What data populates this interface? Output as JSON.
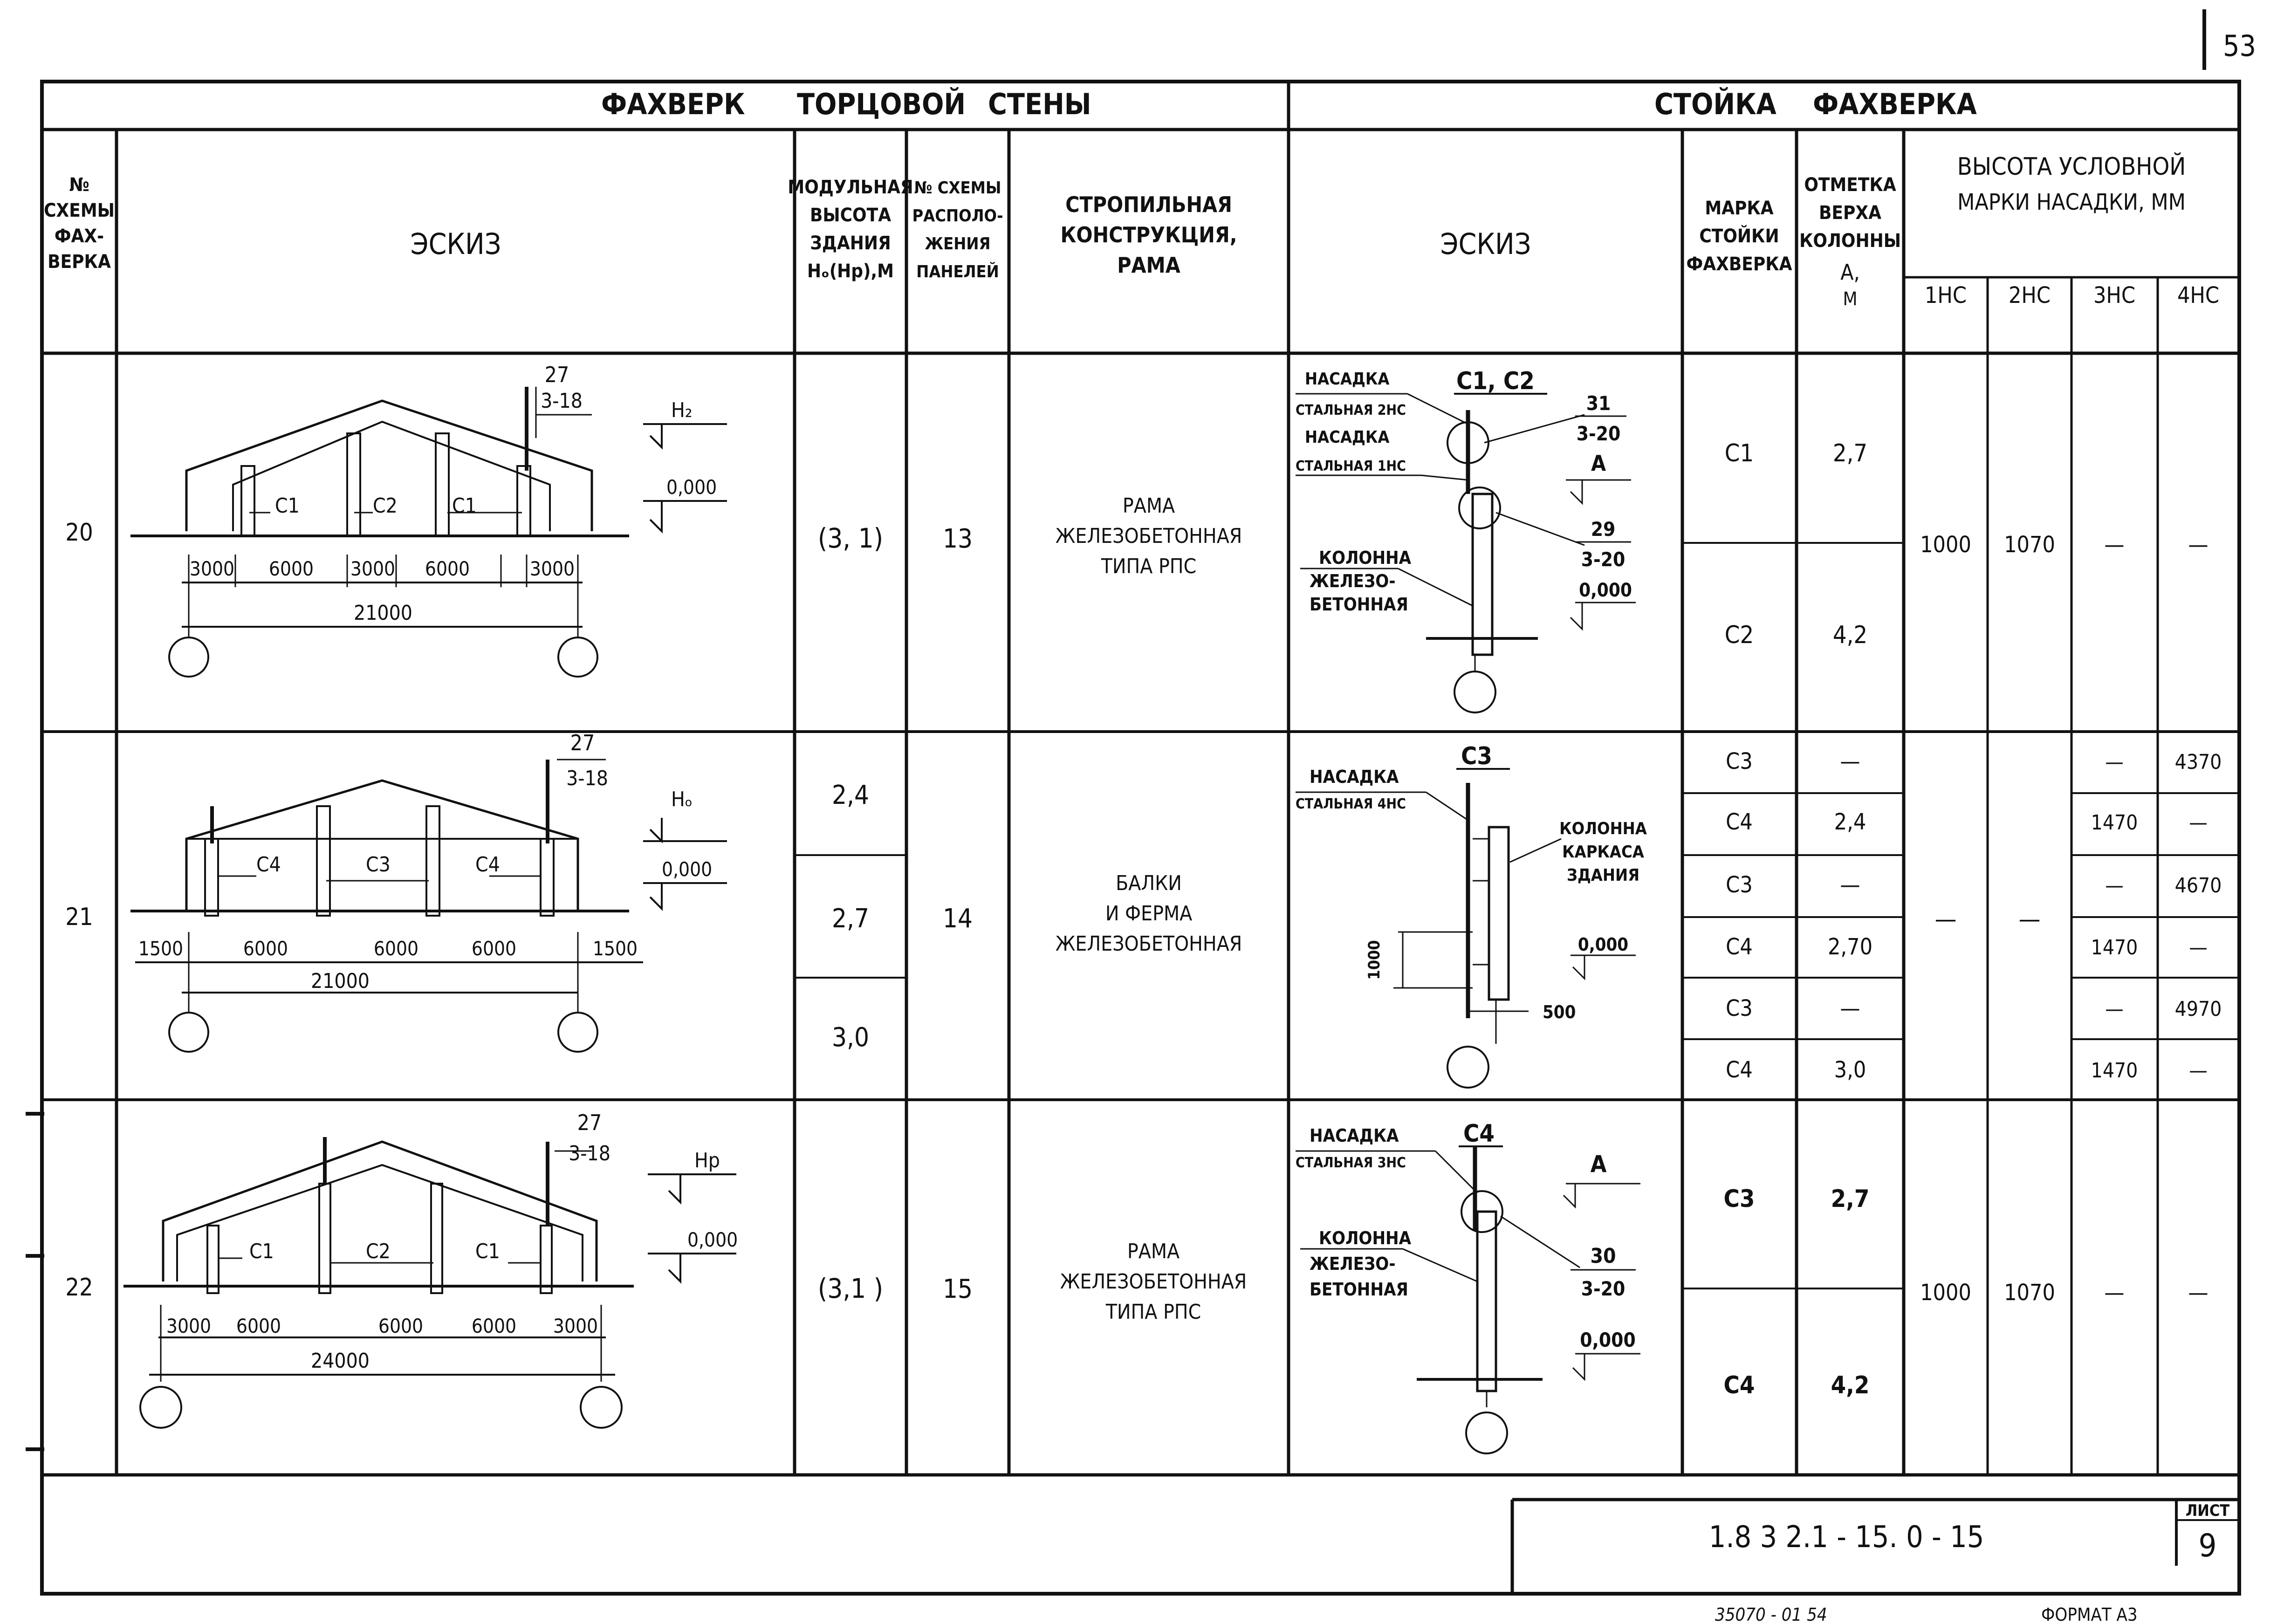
{
  "page_number": "53",
  "header": {
    "left_title_1": "ФАХВЕРК",
    "left_title_2": "ТОРЦОВОЙ",
    "left_title_3": "СТЕНЫ",
    "right_title_1": "СТОЙКА",
    "right_title_2": "ФАХВЕРКА"
  },
  "columns": {
    "scheme_no": [
      "№",
      "СХЕМЫ",
      "ФАХ-",
      "ВЕРКА"
    ],
    "sketch": "ЭСКИЗ",
    "height": [
      "МОДУЛЬНАЯ",
      "ВЫСОТА",
      "ЗДАНИЯ",
      "Нₒ(Нр),М"
    ],
    "panel": [
      "№ СХЕМЫ",
      "РАСПОЛО-",
      "ЖЕНИЯ",
      "ПАНЕЛЕЙ"
    ],
    "structure": [
      "СТРОПИЛЬНАЯ",
      "КОНСТРУКЦИЯ,",
      "РАМА"
    ],
    "post_sketch": "ЭСКИЗ",
    "post_mark": [
      "МАРКА",
      "СТОЙКИ",
      "ФАХВЕРКА"
    ],
    "top_mark": [
      "ОТМЕТКА",
      "ВЕРХА",
      "КОЛОННЫ",
      "А,",
      "М"
    ],
    "cap_height": [
      "ВЫСОТА УСЛОВНОЙ",
      "МАРКИ НАСАДКИ, ММ"
    ],
    "cap_types": [
      "1НС",
      "2НС",
      "3НС",
      "4НС"
    ]
  },
  "rows": [
    {
      "scheme": "20",
      "heights": [
        "(3, 1)"
      ],
      "panel": "13",
      "structure": [
        "РАМА",
        "ЖЕЛЕЗОБЕТОННАЯ",
        "ТИПА РПС"
      ],
      "sketch": {
        "posts": [
          "С1",
          "С2",
          "С1"
        ],
        "dims": [
          "3000",
          "6000",
          "3000",
          "6000",
          "3000"
        ],
        "total": "21000",
        "node": "27",
        "node_sheet": "3-18",
        "level_label": "H₂",
        "zero": "0,000"
      },
      "post_sketch": {
        "title": "С1, С2",
        "cap_top": [
          "НАСАДКА",
          "СТАЛЬНАЯ 2НС"
        ],
        "cap_bottom": [
          "НАСАДКА",
          "СТАЛЬНАЯ 1НС"
        ],
        "column": [
          "КОЛОННА",
          "ЖЕЛЕЗО-",
          "БЕТОННАЯ"
        ],
        "node_top": "31",
        "node_top_sheet": "3-20",
        "node_bottom": "29",
        "node_bottom_sheet": "3-20",
        "mark_a": "А",
        "zero": "0,000"
      },
      "marks": [
        {
          "mark": "С1",
          "top": "2,7"
        },
        {
          "mark": "С2",
          "top": "4,2"
        }
      ],
      "caps": [
        "1000",
        "1070",
        "—",
        "—"
      ]
    },
    {
      "scheme": "21",
      "heights": [
        "2,4",
        "2,7",
        "3,0"
      ],
      "panel": "14",
      "structure": [
        "БАЛКИ",
        "И ФЕРМА",
        "ЖЕЛЕЗОБЕТОННАЯ"
      ],
      "sketch": {
        "posts": [
          "С4",
          "С3",
          "С4"
        ],
        "dims": [
          "1500",
          "6000",
          "6000",
          "6000",
          "1500"
        ],
        "total": "21000",
        "node": "27",
        "node_sheet": "3-18",
        "level_label": "Hₒ",
        "zero": "0,000"
      },
      "post_sketch": {
        "title": "С3",
        "cap_top": [
          "НАСАДКА",
          "СТАЛЬНАЯ 4НС"
        ],
        "column": [
          "КОЛОННА",
          "КАРКАСА",
          "ЗДАНИЯ"
        ],
        "dim_vert": "1000",
        "dim_horiz": "500",
        "zero": "0,000"
      },
      "marks": [
        {
          "mark": "С3",
          "top": "—",
          "c3": "—",
          "c4": "4370"
        },
        {
          "mark": "С4",
          "top": "2,4",
          "c3": "1470",
          "c4": "—"
        },
        {
          "mark": "С3",
          "top": "—",
          "c3": "—",
          "c4": "4670"
        },
        {
          "mark": "С4",
          "top": "2,70",
          "c3": "1470",
          "c4": "—"
        },
        {
          "mark": "С3",
          "top": "—",
          "c3": "—",
          "c4": "4970"
        },
        {
          "mark": "С4",
          "top": "3,0",
          "c3": "1470",
          "c4": "—"
        }
      ],
      "caps12": [
        "—",
        "—"
      ]
    },
    {
      "scheme": "22",
      "heights": [
        "(3,1 )"
      ],
      "panel": "15",
      "structure": [
        "РАМА",
        "ЖЕЛЕЗОБЕТОННАЯ",
        "ТИПА РПС"
      ],
      "sketch": {
        "posts": [
          "С1",
          "С2",
          "С1"
        ],
        "dims": [
          "3000",
          "6000",
          "6000",
          "6000",
          "3000"
        ],
        "total": "24000",
        "node": "27",
        "node_sheet": "3-18",
        "level_label": "Hр",
        "zero": "0,000"
      },
      "post_sketch": {
        "title": "С4",
        "cap_top": [
          "НАСАДКА",
          "СТАЛЬНАЯ 3НС"
        ],
        "column": [
          "КОЛОННА",
          "ЖЕЛЕЗО-",
          "БЕТОННАЯ"
        ],
        "node": "30",
        "node_sheet": "3-20",
        "mark_a": "А",
        "zero": "0,000"
      },
      "marks": [
        {
          "mark": "С3",
          "top": "2,7"
        },
        {
          "mark": "С4",
          "top": "4,2"
        }
      ],
      "caps": [
        "1000",
        "1070",
        "—",
        "—"
      ]
    }
  ],
  "stamp": {
    "code": "1.8 3 2.1 - 15. 0 - 15",
    "sheet_label": "ЛИСТ",
    "sheet_no": "9"
  },
  "footer": {
    "inventory": "35070 - 01 54",
    "format": "ФОРМАТ А3"
  }
}
